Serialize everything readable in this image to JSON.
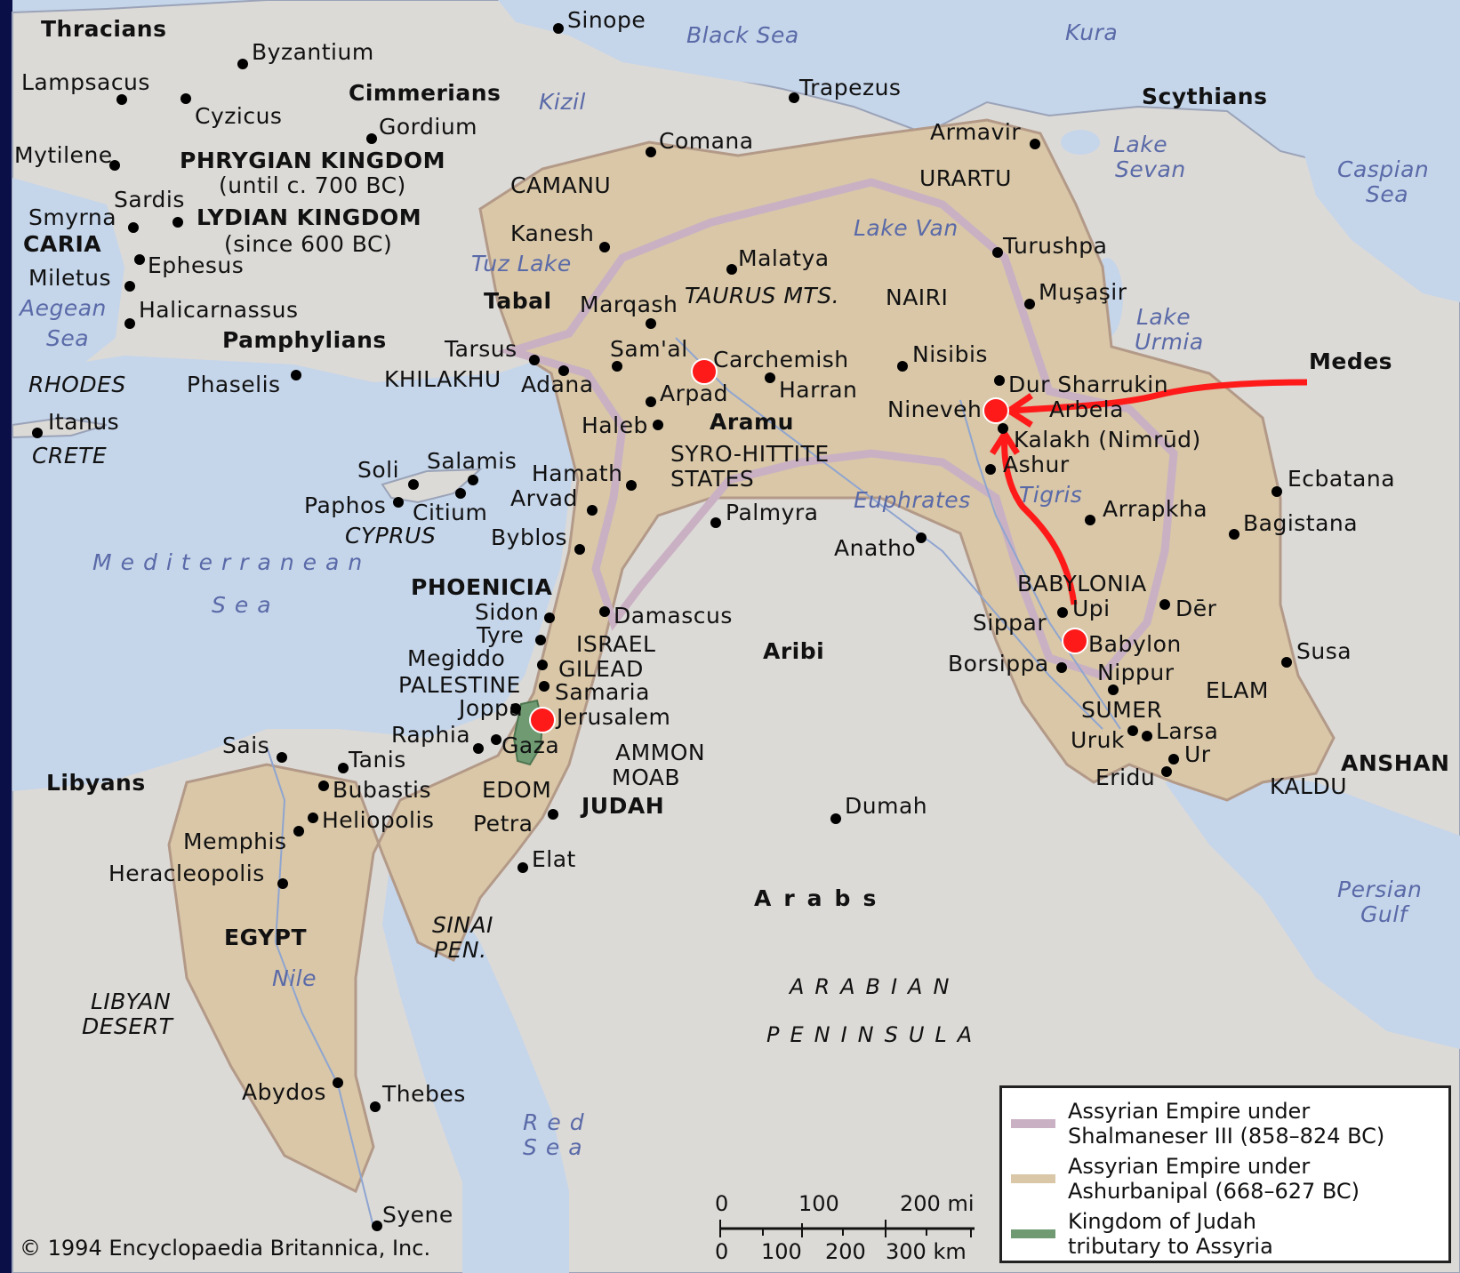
{
  "colors": {
    "sea": "#c5d5ea",
    "land": "#dcdad7",
    "empire_ashurbanipal": "#d9c7a8",
    "empire_shalmaneser": "#c9b1c3",
    "judah": "#6f9a72",
    "marker": "#ff1a1a",
    "frame": "#0a0f47"
  },
  "labels": {
    "thracians": "Thracians",
    "byzantium": "Byzantium",
    "sinope": "Sinope",
    "black_sea": "Black Sea",
    "kura": "Kura",
    "lampsacus": "Lampsacus",
    "cyzicus": "Cyzicus",
    "cimmerians": "Cimmerians",
    "kizil": "Kizil",
    "trapezus": "Trapezus",
    "scythians": "Scythians",
    "gordium": "Gordium",
    "mytilene": "Mytilene",
    "phrygian_kingdom": "PHRYGIAN KINGDOM",
    "until_700": "(until c. 700 BC)",
    "comana": "Comana",
    "armavir": "Armavir",
    "lake_sevan_1": "Lake",
    "lake_sevan_2": "Sevan",
    "caspian_1": "Caspian",
    "caspian_2": "Sea",
    "urartu": "URARTU",
    "camanu": "CAMANU",
    "sardis": "Sardis",
    "smyrna": "Smyrna",
    "lydian_kingdom": "LYDIAN KINGDOM",
    "since_600": "(since 600 BC)",
    "caria": "CARIA",
    "kanesh": "Kanesh",
    "lake_van": "Lake Van",
    "turushpa": "Turushpa",
    "ephesus": "Ephesus",
    "tuz_lake": "Tuz Lake",
    "malatya": "Malatya",
    "miletus": "Miletus",
    "aegean_1": "Aegean",
    "aegean_2": "Sea",
    "halicarnassus": "Halicarnassus",
    "tabal": "Tabal",
    "marqash": "Marqash",
    "taurus": "TAURUS MTS.",
    "nairi": "NAIRI",
    "musasir": "Muşaşir",
    "lake_urmia_1": "Lake",
    "lake_urmia_2": "Urmia",
    "pamphylians": "Pamphylians",
    "tarsus": "Tarsus",
    "samal": "Sam'al",
    "carchemish": "Carchemish",
    "nisibis": "Nisibis",
    "medes": "Medes",
    "rhodes": "RHODES",
    "phaselis": "Phaselis",
    "khilakhu": "KHILAKHU",
    "adana": "Adana",
    "arpad": "Arpad",
    "harran": "Harran",
    "dur_sharrukin": "Dur Sharrukin",
    "nineveh": "Nineveh",
    "arbela": "Arbela",
    "itanus": "Itanus",
    "crete": "CRETE",
    "haleb": "Haleb",
    "aramu": "Aramu",
    "kalakh": "Kalakh (Nimrūd)",
    "syro_1": "SYRO-HITTITE",
    "syro_2": "STATES",
    "ashur": "Ashur",
    "ecbatana": "Ecbatana",
    "soli": "Soli",
    "salamis": "Salamis",
    "hamath": "Hamath",
    "tigris": "Tigris",
    "euphrates": "Euphrates",
    "arvad": "Arvad",
    "paphos": "Paphos",
    "citium": "Citium",
    "palmyra": "Palmyra",
    "arrapkha": "Arrapkha",
    "bagistana": "Bagistana",
    "cyprus": "CYPRUS",
    "byblos": "Byblos",
    "anatho": "Anatho",
    "mediterranean": "Mediterranean",
    "sea": "Sea",
    "phoenicia": "PHOENICIA",
    "babylonia": "BABYLONIA",
    "sidon": "Sidon",
    "damascus": "Damascus",
    "upi": "Upi",
    "der": "Dēr",
    "tyre": "Tyre",
    "israel": "ISRAEL",
    "sippar": "Sippar",
    "babylon": "Babylon",
    "susa": "Susa",
    "megiddo": "Megiddo",
    "gilead": "GILEAD",
    "aribi": "Aribi",
    "borsippa": "Borsippa",
    "nippur": "Nippur",
    "palestine": "PALESTINE",
    "samaria": "Samaria",
    "elam": "ELAM",
    "joppa": "Joppa",
    "jerusalem": "Jerusalem",
    "sumer": "SUMER",
    "raphia": "Raphia",
    "gaza": "Gaza",
    "ammon": "AMMON",
    "larsa": "Larsa",
    "sais": "Sais",
    "tanis": "Tanis",
    "uruk": "Uruk",
    "ur": "Ur",
    "moab": "MOAB",
    "anshan": "ANSHAN",
    "libyans": "Libyans",
    "bubastis": "Bubastis",
    "edom": "EDOM",
    "judah": "JUDAH",
    "eridu": "Eridu",
    "kaldu": "KALDU",
    "heliopolis": "Heliopolis",
    "dumah": "Dumah",
    "petra": "Petra",
    "memphis": "Memphis",
    "elat": "Elat",
    "heracleopolis": "Heracleopolis",
    "persian_1": "Persian",
    "persian_2": "Gulf",
    "arabs": "Arabs",
    "egypt": "EGYPT",
    "sinai_1": "SINAI",
    "sinai_2": "PEN.",
    "nile": "Nile",
    "libyan_1": "LIBYAN",
    "libyan_2": "DESERT",
    "arabian": "ARABIAN",
    "peninsula": "PENINSULA",
    "abydos": "Abydos",
    "thebes": "Thebes",
    "red_1": "Red",
    "red_2": "Sea",
    "syene": "Syene"
  },
  "legend": {
    "items": [
      {
        "label": "Assyrian Empire under\nShalmaneser III (858–824 BC)",
        "color": "#c9b1c3"
      },
      {
        "label": "Assyrian Empire under\nAshurbanipal (668–627 BC)",
        "color": "#d9c7a8"
      },
      {
        "label": "Kingdom of Judah\ntributary to Assyria",
        "color": "#6f9a72"
      }
    ]
  },
  "scale": {
    "mi_ticks": [
      "0",
      "100",
      "200 mi"
    ],
    "km_ticks": [
      "0",
      "100",
      "200",
      "300 km"
    ]
  },
  "copyright": "© 1994 Encyclopaedia Britannica, Inc."
}
